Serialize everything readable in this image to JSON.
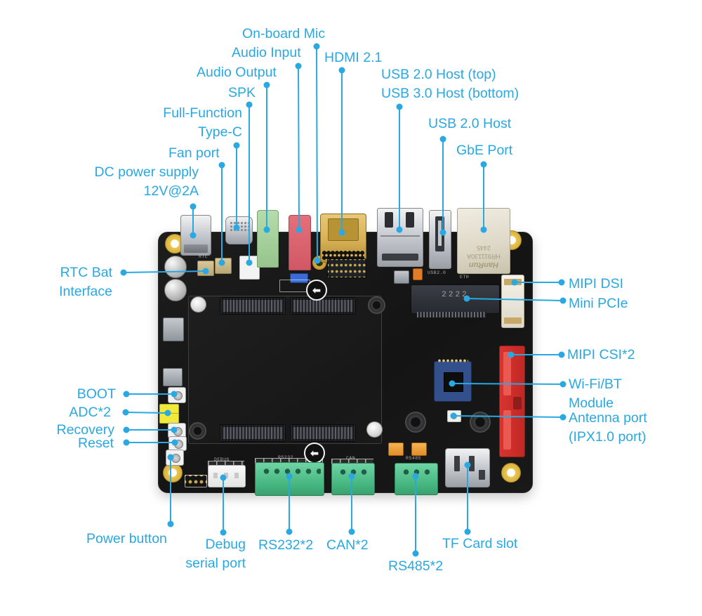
{
  "annotations": {
    "onboard_mic": "On-board Mic",
    "audio_input": "Audio Input",
    "audio_output": "Audio Output",
    "spk": "SPK",
    "type_c_line1": "Full-Function",
    "type_c_line2": "Type-C",
    "fan_port": "Fan port",
    "dc_power_line1": "DC power supply",
    "dc_power_line2": "12V@2A",
    "hdmi": "HDMI 2.1",
    "usb_host_line1": "USB 2.0 Host (top)",
    "usb_host_line2": "USB 3.0 Host (bottom)",
    "usb2_host": "USB 2.0 Host",
    "gbe": "GbE Port",
    "rtc_line1": "RTC Bat",
    "rtc_line2": "Interface",
    "boot": "BOOT",
    "adc": "ADC*2",
    "recovery": "Recovery",
    "reset": "Reset",
    "power_button": "Power button",
    "debug_line1": "Debug",
    "debug_line2": "serial port",
    "rs232": "RS232*2",
    "can": "CAN*2",
    "rs485": "RS485*2",
    "tf_card": "TF Card slot",
    "mipi_dsi": "MIPI DSI",
    "mini_pcie": "Mini PCIe",
    "mipi_csi": "MIPI CSI*2",
    "wifi_line1": "Wi-Fi/BT",
    "wifi_line2": "Module",
    "antenna_line1": "Antenna port",
    "antenna_line2": "(IPX1.0 port)"
  },
  "board_markings": {
    "gbe_brand": "HanRun",
    "gbe_model": "HR911130A",
    "gbe_batch": "2445",
    "module_marking": "2222",
    "silk_rtc": "RTC",
    "silk_debug": "DEBUG",
    "silk_rs232": "RS232",
    "silk_can": "CAN",
    "silk_rs485": "RS485",
    "silk_eth": "ETH",
    "silk_usb": "USB2.0"
  },
  "colors": {
    "label_blue": "#29a8e2",
    "board_black": "#171717",
    "csi_red": "#d93430",
    "csi_red_light": "#e85a52",
    "terminal_green": "#4ec28a",
    "audio_out_green": "#b5dcab",
    "audio_in_pink": "#e4707c",
    "adc_yellow": "#f2e93d",
    "jumper_orange": "#f0a437",
    "hdmi_gold": "#d7b156",
    "wifi_blue": "#34508c",
    "gold": "#eac64f"
  }
}
